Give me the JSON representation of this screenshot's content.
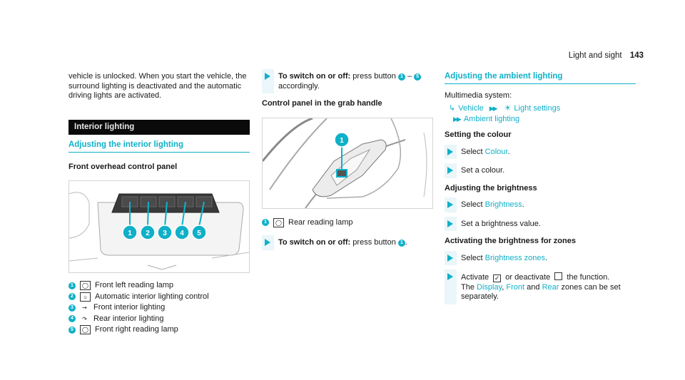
{
  "header": {
    "section": "Light and sight",
    "page_number": "143"
  },
  "col1": {
    "intro": "vehicle is unlocked. When you start the vehicle, the surround lighting is deactivated and the automatic driving lights are activated.",
    "section_title": "Interior lighting",
    "subsection_title": "Adjusting the interior lighting",
    "panel_heading": "Front overhead control panel",
    "callouts": [
      "1",
      "2",
      "3",
      "4",
      "5"
    ],
    "legend": [
      {
        "num": "1",
        "icon": "reading-lamp-icon",
        "text": "Front left reading lamp"
      },
      {
        "num": "2",
        "icon": "auto-lighting-icon",
        "text": "Automatic interior lighting control"
      },
      {
        "num": "3",
        "icon": "front-interior-light-icon",
        "text": "Front interior lighting"
      },
      {
        "num": "4",
        "icon": "rear-interior-light-icon",
        "text": "Rear interior lighting"
      },
      {
        "num": "5",
        "icon": "reading-lamp-icon",
        "text": "Front right reading lamp"
      }
    ]
  },
  "col2": {
    "step1_bold": "To switch on or off:",
    "step1_text": " press button ",
    "step1_from": "1",
    "step1_dash": " – ",
    "step1_to": "5",
    "step1_cont": "accordingly.",
    "grab_heading": "Control panel in the grab handle",
    "callout": "1",
    "legend_num": "1",
    "legend_text": "Rear reading lamp",
    "step2_bold": "To switch on or off:",
    "step2_text": " press button ",
    "step2_num": "1",
    "step2_end": "."
  },
  "col3": {
    "title": "Adjusting the ambient lighting",
    "multimedia": "Multimedia system:",
    "path_vehicle": "Vehicle",
    "path_light": "Light settings",
    "path_ambient": "Ambient lighting",
    "h_colour": "Setting the colour",
    "s1_pre": "Select ",
    "s1_link": "Colour",
    "s1_post": ".",
    "s2": "Set a colour.",
    "h_brightness": "Adjusting the brightness",
    "s3_pre": "Select ",
    "s3_link": "Brightness",
    "s3_post": ".",
    "s4": "Set a brightness value.",
    "h_zones": "Activating the brightness for zones",
    "s5_pre": "Select ",
    "s5_link": "Brightness zones",
    "s5_post": ".",
    "s6_a": "Activate ",
    "s6_b": " or deactivate ",
    "s6_c": " the function.",
    "s6_d": "The ",
    "s6_display": "Display",
    "s6_comma": ", ",
    "s6_front": "Front",
    "s6_and": " and ",
    "s6_rear": "Rear",
    "s6_e": " zones can be set separately."
  },
  "colors": {
    "accent": "#0fb0c8",
    "section_bar": "#0a0a0a"
  }
}
